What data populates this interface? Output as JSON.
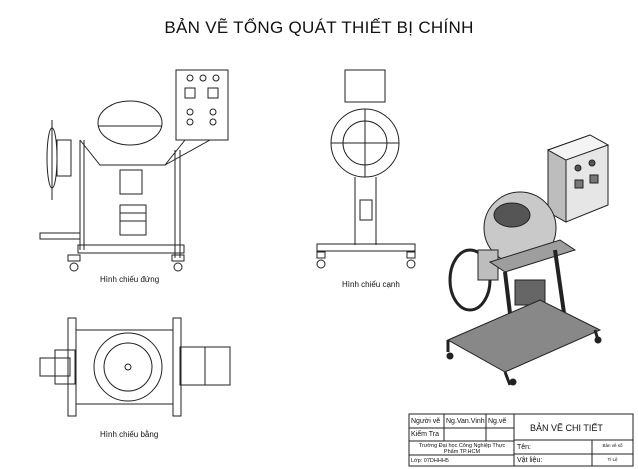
{
  "title": "BẢN VẼ TỔNG QUÁT THIẾT BỊ CHÍNH",
  "views": {
    "front": "Hình chiếu đứng",
    "side": "Hình chiếu cạnh",
    "top": "Hình chiếu bằng"
  },
  "title_block": {
    "drawn_label": "Người vẽ",
    "drawn_name": "Ng.Van.Vinh",
    "date_label": "Ng.vẽ",
    "checked_label": "Kiểm Tra",
    "drawing_title": "BẢN VẼ CHI TIẾT",
    "school": "Trường Đại học Công Nghiệp Thực Phẩm TP.HCM",
    "name_label": "Tên:",
    "material_label": "Vật liệu:",
    "class_label": "Lớp: 07DHHH5",
    "sheet_label": "Bản vẽ số",
    "scale_label": "Tỉ Lệ"
  }
}
